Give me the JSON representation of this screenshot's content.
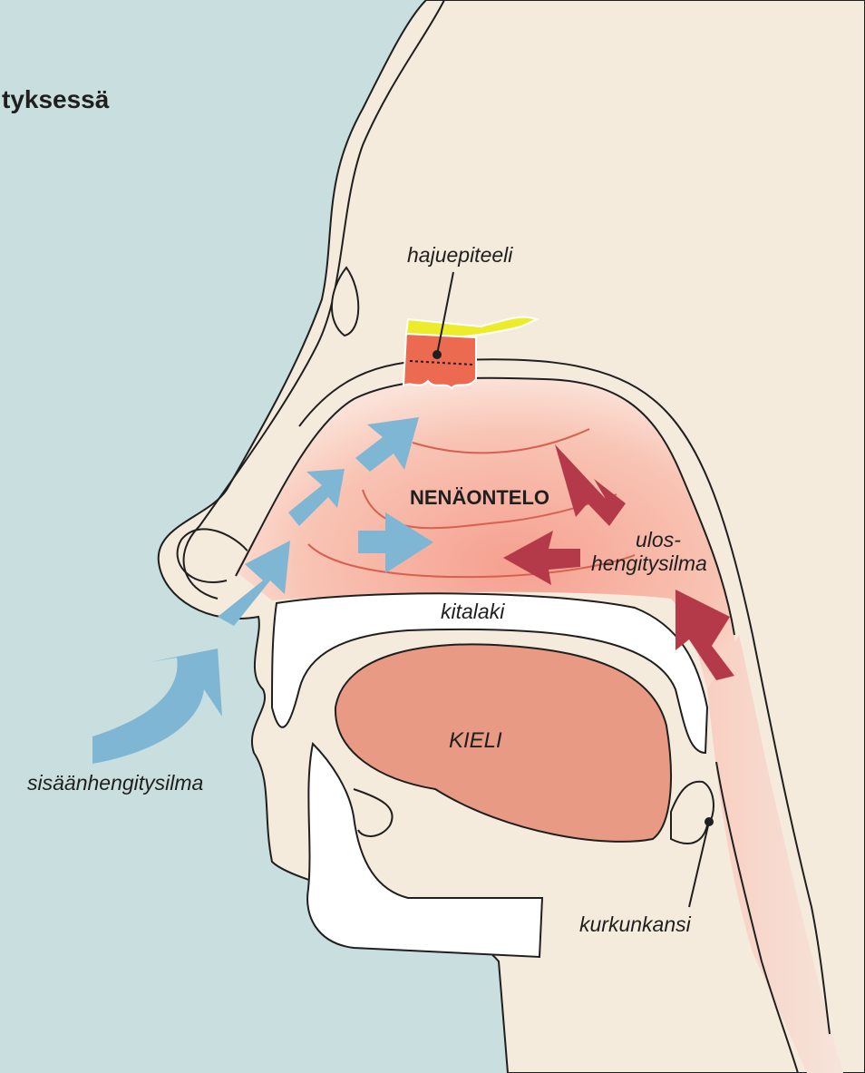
{
  "title": "tyksessä",
  "labels": {
    "hajuepiteeli": "hajuepiteeli",
    "nenaontelo": "NENÄONTELO",
    "ulos_line1": "ulos-",
    "ulos_line2": "hengitysilma",
    "kitalaki": "kitalaki",
    "kieli": "KIELI",
    "sisaanhengitysilma": "sisäänhengitysilma",
    "kurkunkansi": "kurkunkansi"
  },
  "colors": {
    "background": "#c9dede",
    "skin": "#f5ebdc",
    "outline": "#1f1f1f",
    "nasal_cavity": "#f6a898",
    "tongue": "#e89a84",
    "inhale_arrow": "#7eb6d4",
    "exhale_arrow": "#b43a4a",
    "olfactory_yellow": "#ecec2a",
    "olfactory_red": "#ec6a50",
    "turbinate_line": "#d86050"
  }
}
